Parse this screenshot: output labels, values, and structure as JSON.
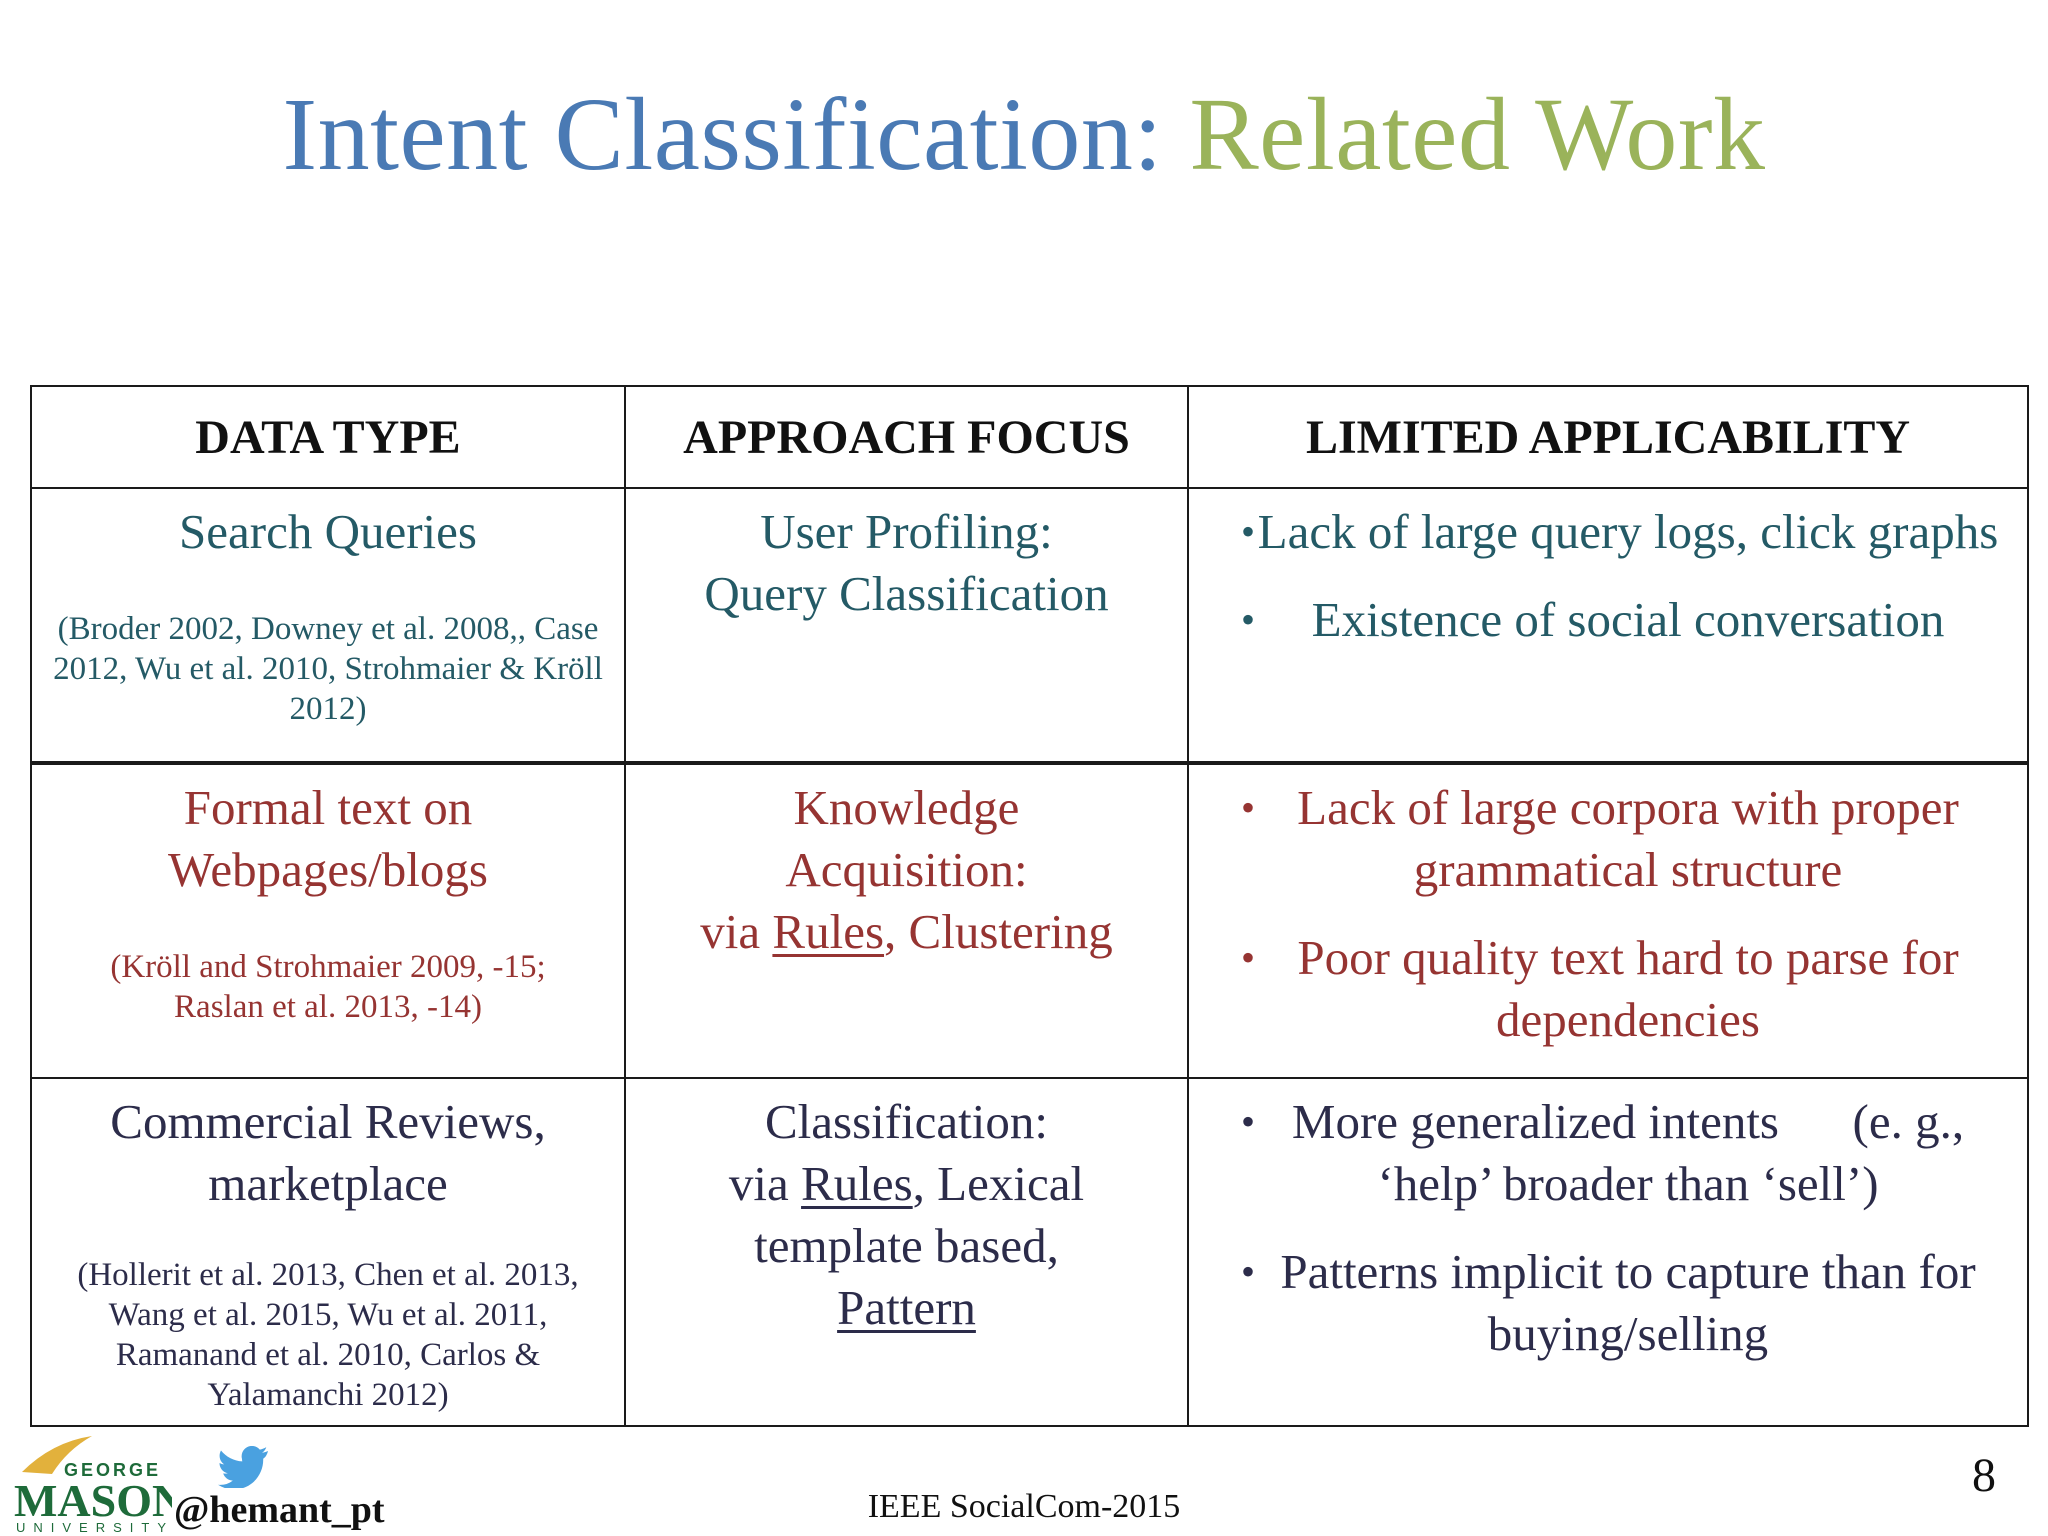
{
  "slide": {
    "title_part1": "Intent Classification:",
    "title_part2": "Related Work",
    "page_number": "8",
    "conference": "IEEE SocialCom-2015",
    "twitter_handle": "@hemant_pt",
    "logo_text": {
      "top": "GEORGE",
      "main": "MASON",
      "bottom": "UNIVERSITY"
    }
  },
  "table": {
    "headers": [
      "DATA TYPE",
      "APPROACH FOCUS",
      "LIMITED APPLICABILITY"
    ],
    "rows": [
      {
        "data_type": "Search Queries",
        "refs": "(Broder 2002, Downey et al. 2008,, Case 2012, Wu et al. 2010, Strohmaier & Kröll 2012)",
        "approach_line1": "User Profiling:",
        "approach_line2": "Query Classification",
        "limits": [
          "Lack of large query logs, click graphs",
          "Existence of social conversation"
        ],
        "color": "#245a66"
      },
      {
        "data_type": "Formal text on Webpages/blogs",
        "refs": "(Kröll and Strohmaier 2009, -15; Raslan et al. 2013, -14)",
        "approach_line1": "Knowledge Acquisition:",
        "approach_via": "via ",
        "approach_u1": "Rules",
        "approach_rest": ", Clustering",
        "limits": [
          "Lack of large corpora with proper grammatical structure",
          "Poor quality text hard to parse for dependencies"
        ],
        "color": "#963432"
      },
      {
        "data_type": "Commercial Reviews, marketplace",
        "refs": "(Hollerit et al. 2013, Chen et al. 2013, Wang et al. 2015, Wu et al. 2011, Ramanand et al. 2010, Carlos & Yalamanchi 2012)",
        "approach_line1": "Classification:",
        "approach_via": "via ",
        "approach_u1": "Rules",
        "approach_mid": ", Lexical template based,",
        "approach_u2": "Pattern",
        "limits": [
          "More generalized intents      (e. g., ‘help’ broader than ‘sell’)",
          "Patterns implicit to capture than for buying/selling"
        ],
        "color": "#2c2c4a"
      }
    ]
  },
  "colors": {
    "title_blue": "#4a7ab4",
    "title_green": "#9ab35a",
    "logo_green": "#1e6b3a",
    "logo_gold": "#e2b13c",
    "twitter_blue": "#4aa1e0"
  },
  "icons": [
    "mason-logo",
    "twitter-bird-icon",
    "bullet-icon"
  ]
}
